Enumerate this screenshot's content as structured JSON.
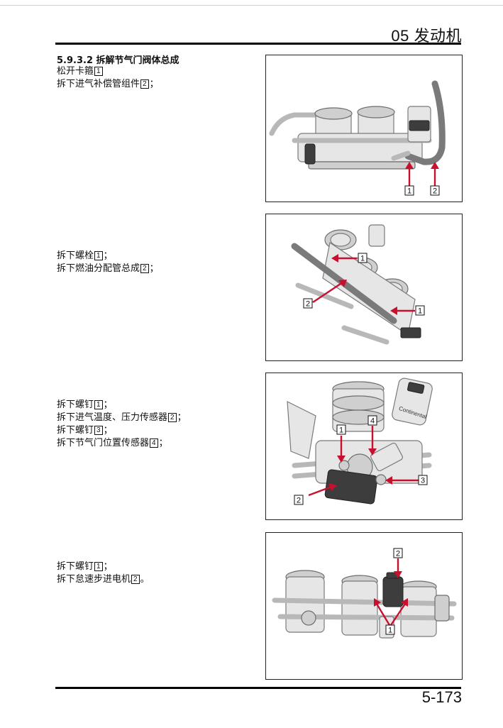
{
  "header": {
    "chapter": "05 发动机"
  },
  "section": {
    "title": "5.9.3.2 拆解节气门阀体总成"
  },
  "steps": [
    {
      "lines": [
        {
          "pre": "松开卡箍",
          "num": "1",
          "post": ""
        },
        {
          "pre": "拆下进气补偿管组件",
          "num": "2",
          "post": "；"
        }
      ]
    },
    {
      "lines": [
        {
          "pre": "拆下螺栓",
          "num": "1",
          "post": "；"
        },
        {
          "pre": "拆下燃油分配管总成",
          "num": "2",
          "post": "；"
        }
      ]
    },
    {
      "lines": [
        {
          "pre": "拆下螺钉",
          "num": "1",
          "post": "；"
        },
        {
          "pre": "拆下进气温度、压力传感器",
          "num": "2",
          "post": "；"
        },
        {
          "pre": "拆下螺钉",
          "num": "3",
          "post": "；"
        },
        {
          "pre": "拆下节气门位置传感器",
          "num": "4",
          "post": "；"
        }
      ]
    },
    {
      "lines": [
        {
          "pre": "拆下螺钉",
          "num": "1",
          "post": "；"
        },
        {
          "pre": "拆下怠速步进电机",
          "num": "2",
          "post": "。"
        }
      ]
    }
  ],
  "figures": [
    {
      "callouts": [
        "1",
        "2"
      ],
      "sensor_text": ""
    },
    {
      "callouts": [
        "1",
        "1",
        "2"
      ]
    },
    {
      "callouts": [
        "1",
        "4",
        "3",
        "2"
      ],
      "sensor_text": "Continental"
    },
    {
      "callouts": [
        "2",
        "1"
      ]
    }
  ],
  "footer": {
    "page": "5-173"
  },
  "colors": {
    "arrow": "#c8102e",
    "rule": "#000000"
  }
}
